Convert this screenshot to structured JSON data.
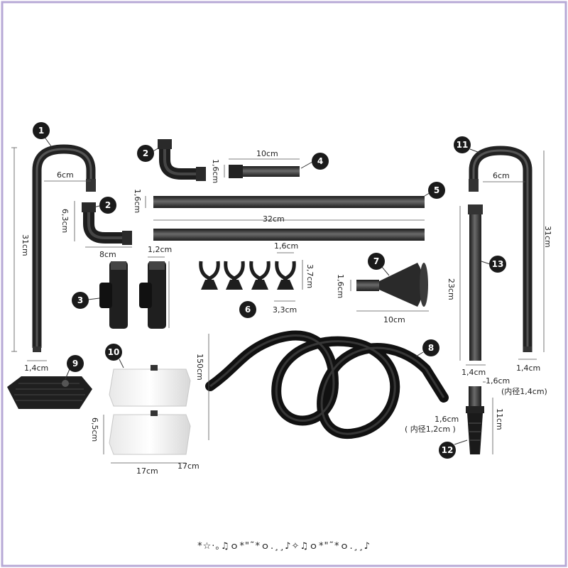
{
  "parts": [
    {
      "id": "1",
      "dims": [
        "6cm",
        "31cm",
        "1,4cm"
      ]
    },
    {
      "id": "2",
      "dims": [
        "6,3cm",
        "8cm"
      ]
    },
    {
      "id": "2b",
      "number": "2",
      "dims": []
    },
    {
      "id": "3",
      "dims": [
        "1,2cm"
      ]
    },
    {
      "id": "4",
      "dims": [
        "10cm",
        "1,6cm"
      ]
    },
    {
      "id": "5",
      "dims": [
        "1,6cm",
        "32cm"
      ]
    },
    {
      "id": "6",
      "dims": [
        "1,6cm",
        "3,7cm",
        "3,3cm"
      ]
    },
    {
      "id": "7",
      "dims": [
        "1,6cm",
        "10cm"
      ]
    },
    {
      "id": "8",
      "dims": [
        "150cm",
        "1,6cm",
        "( 内径1,2cm )"
      ]
    },
    {
      "id": "9",
      "dims": []
    },
    {
      "id": "10",
      "dims": [
        "6,5cm",
        "17cm",
        "17cm"
      ]
    },
    {
      "id": "11",
      "dims": [
        "6cm",
        "31cm",
        "1,4cm"
      ]
    },
    {
      "id": "12",
      "dims": [
        "1,6cm",
        "(内径1,4cm)",
        "11cm"
      ]
    },
    {
      "id": "13",
      "dims": [
        "23cm",
        "1,4cm"
      ]
    }
  ],
  "labels": {
    "p1_width": "6cm",
    "p1_height": "31cm",
    "p1_dia": "1,4cm",
    "p2_height": "6,3cm",
    "p2_width": "8cm",
    "p3_dia": "1,2cm",
    "p4_len": "10cm",
    "p4_dia": "1,6cm",
    "p5_dia": "1,6cm",
    "p5_len": "32cm",
    "p6_dia": "1,6cm",
    "p6_height": "3,7cm",
    "p6_base": "3,3cm",
    "p7_dia": "1,6cm",
    "p7_len": "10cm",
    "p8_len": "150cm",
    "p8_dia": "1,6cm",
    "p8_inner": "( 内径1,2cm )",
    "p10_height": "6,5cm",
    "p10_w1": "17cm",
    "p10_w2": "17cm",
    "p11_width": "6cm",
    "p11_height": "31cm",
    "p11_dia": "1,4cm",
    "p12_dia": "1,6cm",
    "p12_inner": "(内径1,4cm)",
    "p12_len": "11cm",
    "p13_len": "23cm",
    "p13_dia": "1,4cm"
  },
  "badges": {
    "b1": "1",
    "b2a": "2",
    "b2b": "2",
    "b3": "3",
    "b4": "4",
    "b5": "5",
    "b6": "6",
    "b7": "7",
    "b8": "8",
    "b9": "9",
    "b10": "10",
    "b11": "11",
    "b12": "12",
    "b13": "13"
  },
  "footer": "*☆·｡♫ｏ*\"˜*ｏ.¸¸♪✧♫ｏ*\"˜*ｏ.¸¸♪"
}
